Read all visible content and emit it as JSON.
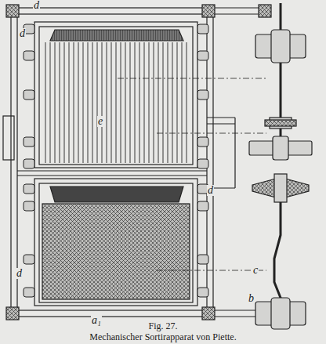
{
  "diagram": {
    "caption": "Mechanischer Sortirapparat von Piette.",
    "labels": [
      "d",
      "d",
      "e",
      "d",
      "d",
      "c",
      "b",
      "a₁",
      "Fig. 27."
    ]
  }
}
